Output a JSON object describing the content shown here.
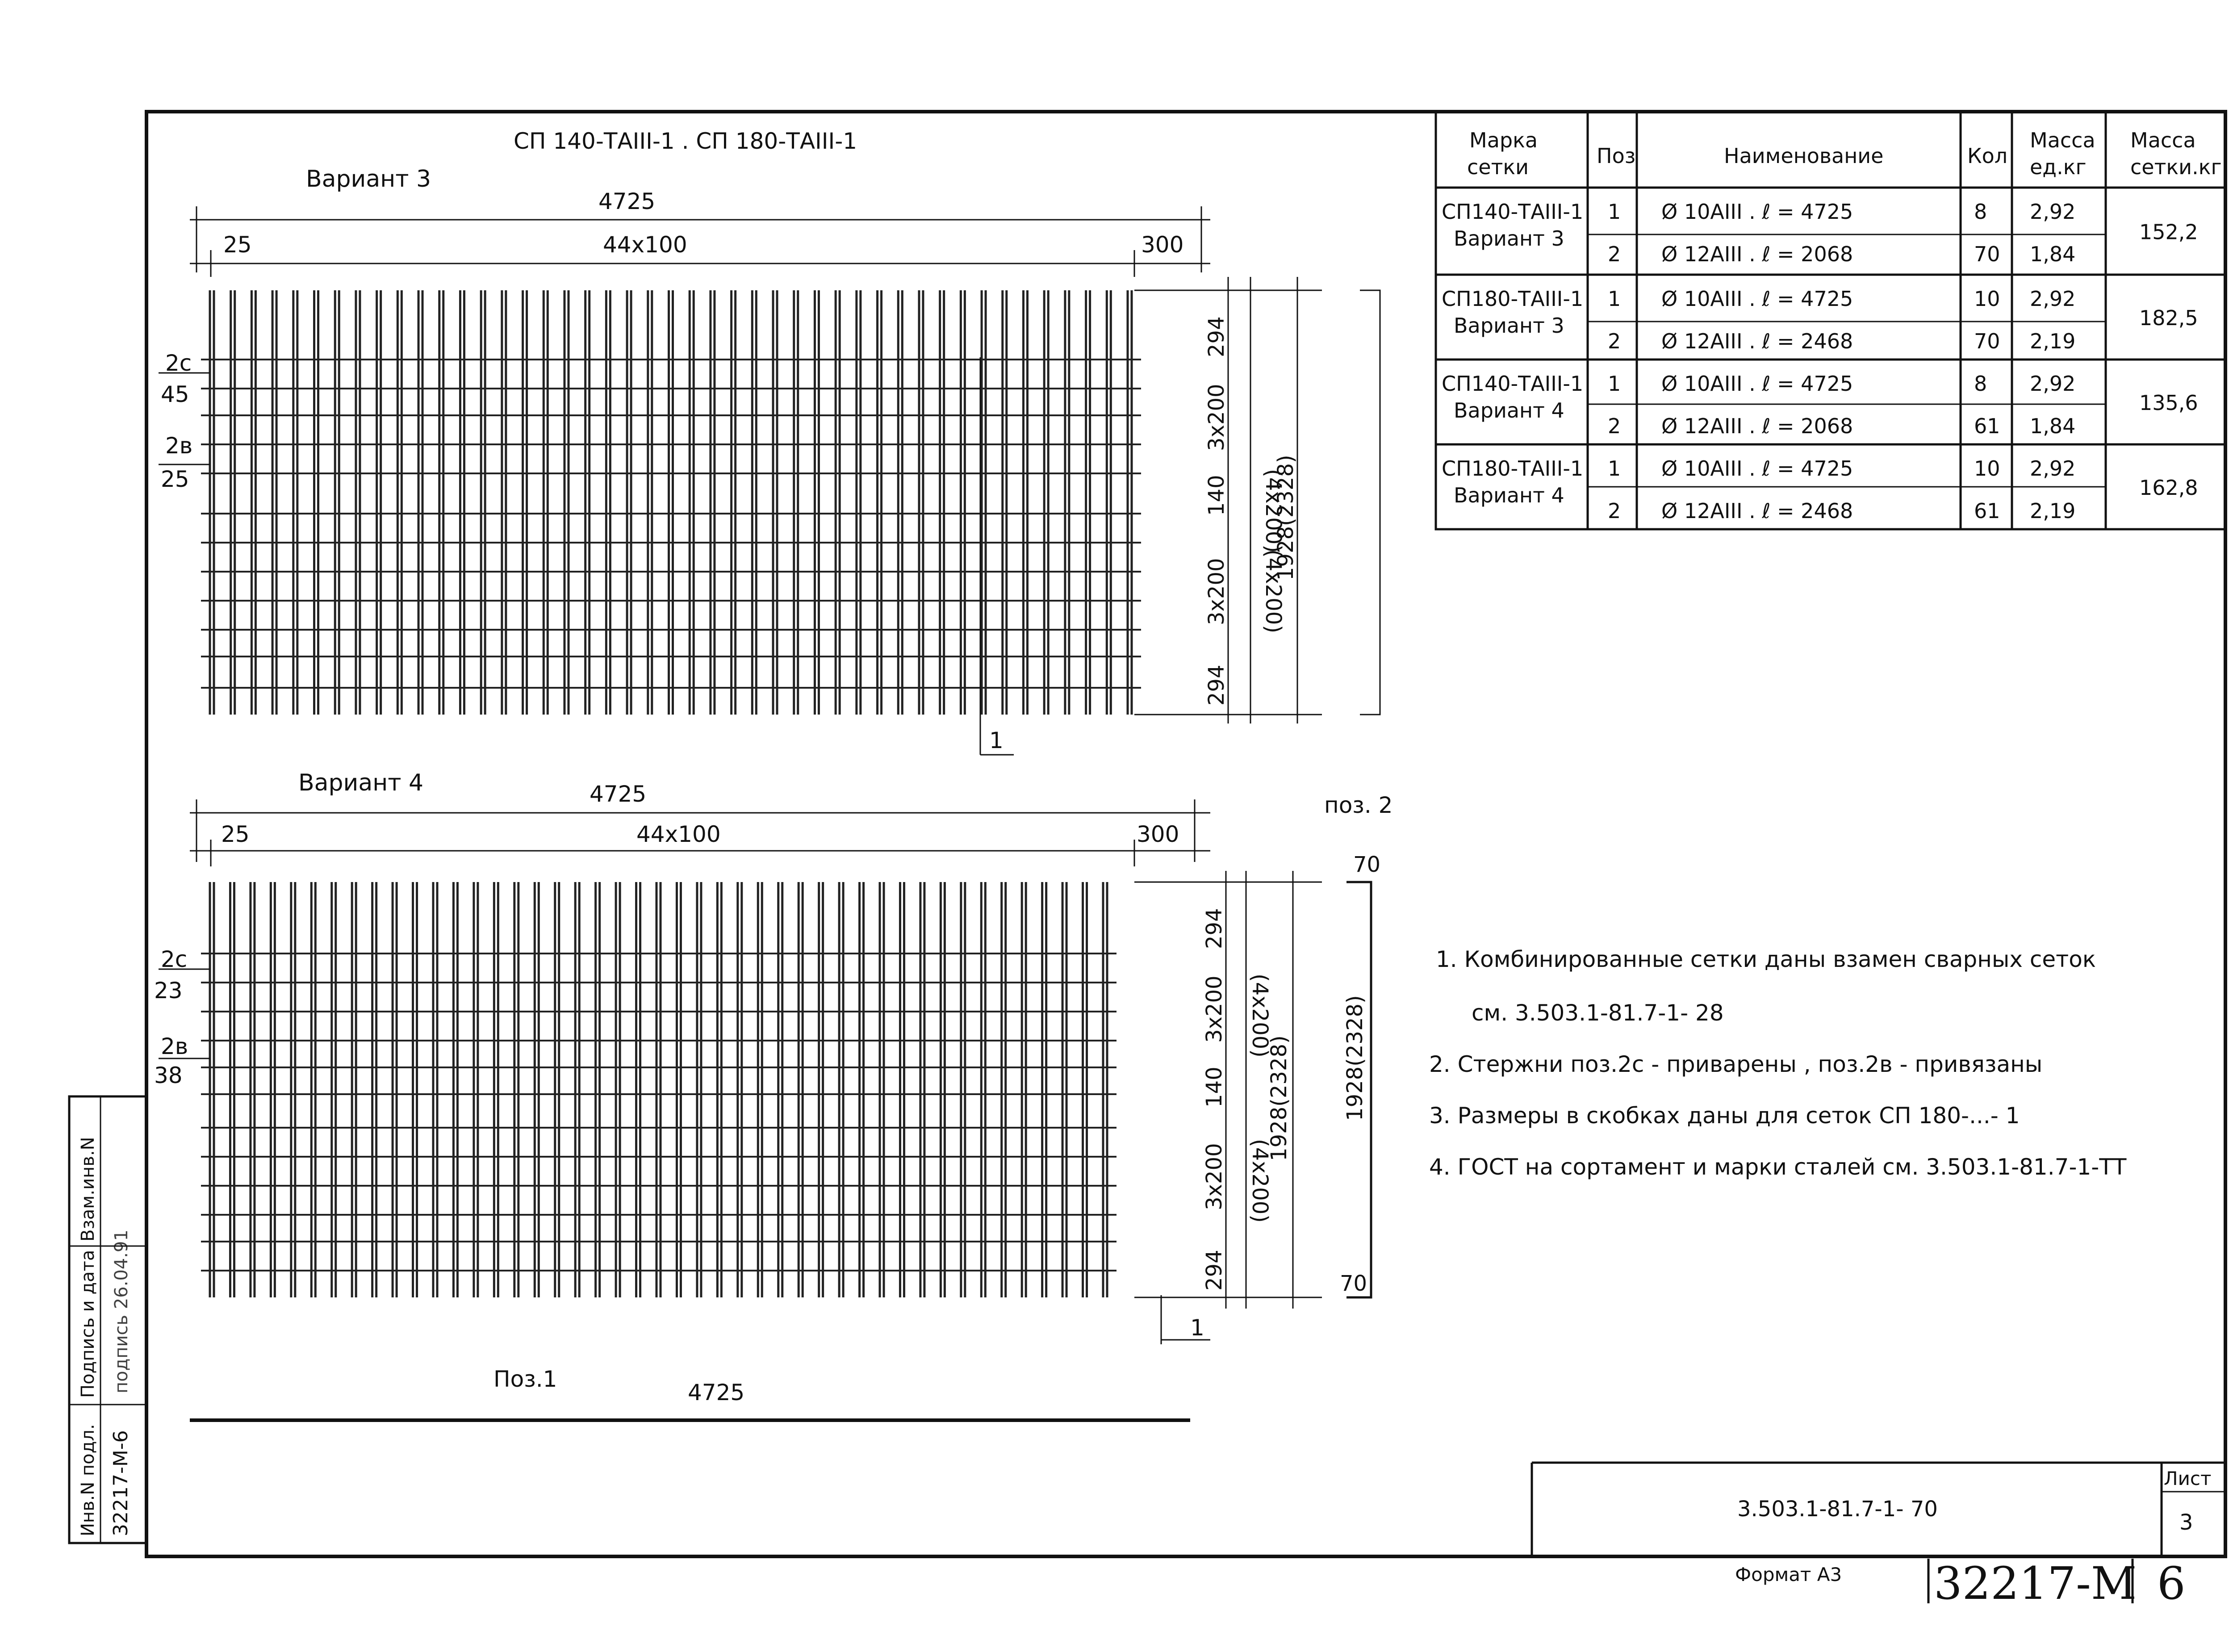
{
  "variant3": {
    "title": "СП 140-ТАIII-1 . СП 180-ТАIII-1",
    "label": "Вариант 3",
    "overall": "4725",
    "left_offset": "25",
    "spacing": "44x100",
    "right_offset": "300",
    "dim_top": "294",
    "dim_mid1": "3x200",
    "dim_center": "140",
    "dim_mid2": "3x200",
    "dim_bottom": "294",
    "alt1": "(4x200)",
    "alt2": "(4x200)",
    "total": "1928(2328)",
    "mark_2c": "2c",
    "num_2c": "45",
    "mark_2v": "2в",
    "num_2v": "25",
    "section": "1"
  },
  "variant4": {
    "label": "Вариант 4",
    "overall": "4725",
    "left_offset": "25",
    "spacing": "44x100",
    "right_offset": "300",
    "dim_top": "294",
    "dim_mid1": "3x200",
    "dim_center": "140",
    "dim_mid2": "3x200",
    "dim_bottom": "294",
    "alt1": "(4x200)",
    "alt2": "(4x200)",
    "total": "1928(2328)",
    "mark_2c": "2c",
    "num_2c": "23",
    "mark_2v": "2в",
    "num_2v": "38",
    "section": "1"
  },
  "pos2": {
    "label": "поз. 2",
    "top": "70",
    "length": "1928(2328)",
    "bottom": "70"
  },
  "pos1": {
    "label": "Поз.1",
    "length": "4725"
  },
  "table": {
    "headers": [
      "Марка\nсетки",
      "Поз",
      "Наименование",
      "Кол",
      "Масса\nед.кг",
      "Масса\nсетки.кг"
    ],
    "groups": [
      {
        "mark": [
          "СП140-ТАIII-1",
          "Вариант 3"
        ],
        "mass_total": "152,2",
        "rows": [
          {
            "pos": "1",
            "name": "Ø 10АIII . ℓ = 4725",
            "qty": "8",
            "mass": "2,92"
          },
          {
            "pos": "2",
            "name": "Ø 12АIII . ℓ = 2068",
            "qty": "70",
            "mass": "1,84"
          }
        ]
      },
      {
        "mark": [
          "СП180-ТАIII-1",
          "Вариант 3"
        ],
        "mass_total": "182,5",
        "rows": [
          {
            "pos": "1",
            "name": "Ø 10АIII . ℓ = 4725",
            "qty": "10",
            "mass": "2,92"
          },
          {
            "pos": "2",
            "name": "Ø 12АIII . ℓ = 2468",
            "qty": "70",
            "mass": "2,19"
          }
        ]
      },
      {
        "mark": [
          "СП140-ТАIII-1",
          "Вариант 4"
        ],
        "mass_total": "135,6",
        "rows": [
          {
            "pos": "1",
            "name": "Ø 10АIII . ℓ = 4725",
            "qty": "8",
            "mass": "2,92"
          },
          {
            "pos": "2",
            "name": "Ø 12АIII . ℓ = 2068",
            "qty": "61",
            "mass": "1,84"
          }
        ]
      },
      {
        "mark": [
          "СП180-ТАIII-1",
          "Вариант 4"
        ],
        "mass_total": "162,8",
        "rows": [
          {
            "pos": "1",
            "name": "Ø 10АIII . ℓ = 4725",
            "qty": "10",
            "mass": "2,92"
          },
          {
            "pos": "2",
            "name": "Ø 12АIII . ℓ = 2468",
            "qty": "61",
            "mass": "2,19"
          }
        ]
      }
    ]
  },
  "notes": [
    "1. Комбинированные сетки даны взамен сварных сеток",
    "см. 3.503.1-81.7-1- 28",
    "2. Стержни поз.2с - приварены , поз.2в - привязаны",
    "3. Размеры в скобках даны для сеток СП 180-...- 1",
    "4. ГОСТ на сортамент и марки сталей см. 3.503.1-81.7-1-ТТ"
  ],
  "stamp": {
    "code": "3.503.1-81.7-1- 70",
    "sheet_label": "Лист",
    "sheet_number": "3",
    "format": "Формат А3",
    "archive": "32217-М",
    "page": "6"
  },
  "side_stamp": {
    "inv_podl": "Инв.N подл.",
    "signature": "Подпись и дата",
    "vzam": "Взам.инв.N",
    "archive": "32217-М-6",
    "date_sign": "подпись 26.04.91"
  }
}
